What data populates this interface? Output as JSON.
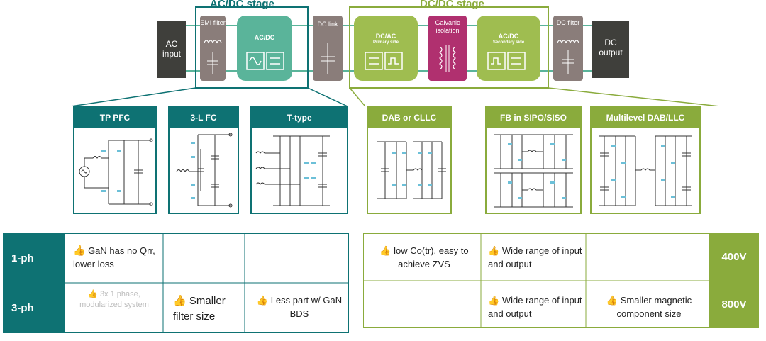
{
  "colors": {
    "teal": "#0e7273",
    "teal_box": "#5ab49a",
    "olive": "#8aab3c",
    "olive_box": "#9fbd50",
    "brown": "#8a7d7a",
    "dark": "#3f3f3b",
    "magenta": "#b0306f"
  },
  "top": {
    "acdc_stage_title": "AC/DC stage",
    "dcdc_stage_title": "DC/DC stage",
    "ac_input": "AC input",
    "emi_filter": "EMI filter",
    "acdc": "AC/DC",
    "dc_link": "DC link",
    "dcac": "DC/AC",
    "dcac_sub": "Primary side",
    "galvanic": "Galvanic isolation",
    "acdc2": "AC/DC",
    "acdc2_sub": "Secondary side",
    "dc_filter": "DC filter",
    "dc_output": "DC output"
  },
  "topologies": {
    "tp_pfc": "TP PFC",
    "three_l_fc": "3-L FC",
    "t_type": "T-type",
    "dab_cllc": "DAB or CLLC",
    "fb_sipo": "FB in SIPO/SISO",
    "multilevel": "Multilevel DAB/LLC"
  },
  "left_table": {
    "row1_label": "1-ph",
    "row2_label": "3-ph",
    "r1c1": "GaN has no Qrr, lower loss",
    "r2c1": "3x 1 phase, modularized system",
    "r2c2": "Smaller filter size",
    "r2c3": "Less part w/ GaN BDS"
  },
  "right_table": {
    "r1c1": "low Co(tr), easy to achieve ZVS",
    "r1c2": "Wide range of input and output",
    "r2c2": "Wide range of input and output",
    "r2c3": "Smaller magnetic component size",
    "v1": "400V",
    "v2": "800V"
  },
  "icons": {
    "thumb": "thumbs-up-icon"
  }
}
